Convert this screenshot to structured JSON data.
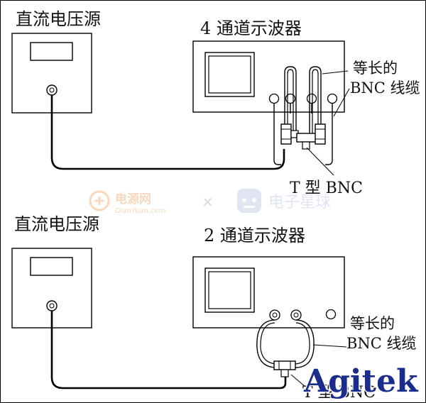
{
  "top": {
    "dc_source_label": "直流电压源",
    "scope_label": "4 通道示波器",
    "cable_label_line1": "等长的",
    "cable_label_line2": "BNC 线缆",
    "tee_label": "T 型 BNC"
  },
  "bottom": {
    "dc_source_label": "直流电压源",
    "scope_label": "2 通道示波器",
    "cable_label_line1": "等长的",
    "cable_label_line2": "BNC 线缆",
    "tee_label": "T 型 BNC"
  },
  "watermark": {
    "site_cn": "电源网",
    "site_url": "DianYuan.com",
    "separator": "×",
    "partner_cn": "电子星球"
  },
  "brand": {
    "name": "Agitek",
    "color": "#1a2c8c"
  }
}
